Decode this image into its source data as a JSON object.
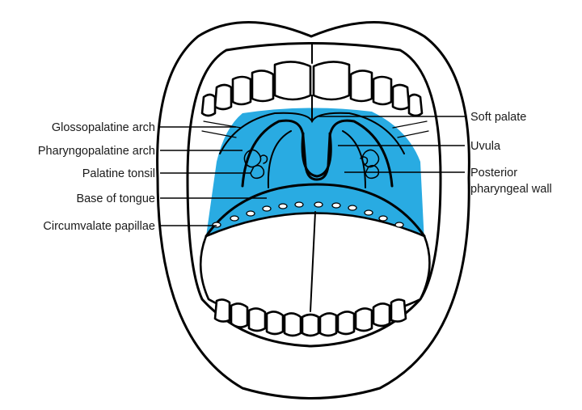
{
  "labels": {
    "glossopalatine_arch": "Glossopalatine arch",
    "pharyngopalatine_arch": "Pharyngopalatine arch",
    "palatine_tonsil": "Palatine tonsil",
    "base_of_tongue": "Base of tongue",
    "circumvalate_papillae": "Circumvalate papillae",
    "soft_palate": "Soft palate",
    "uvula": "Uvula",
    "posterior_pharyngeal_wall_line1": "Posterior",
    "posterior_pharyngeal_wall_line2": "pharyngeal wall"
  },
  "colors": {
    "highlight": "#29abe2",
    "outline": "#000000",
    "background": "#ffffff"
  }
}
